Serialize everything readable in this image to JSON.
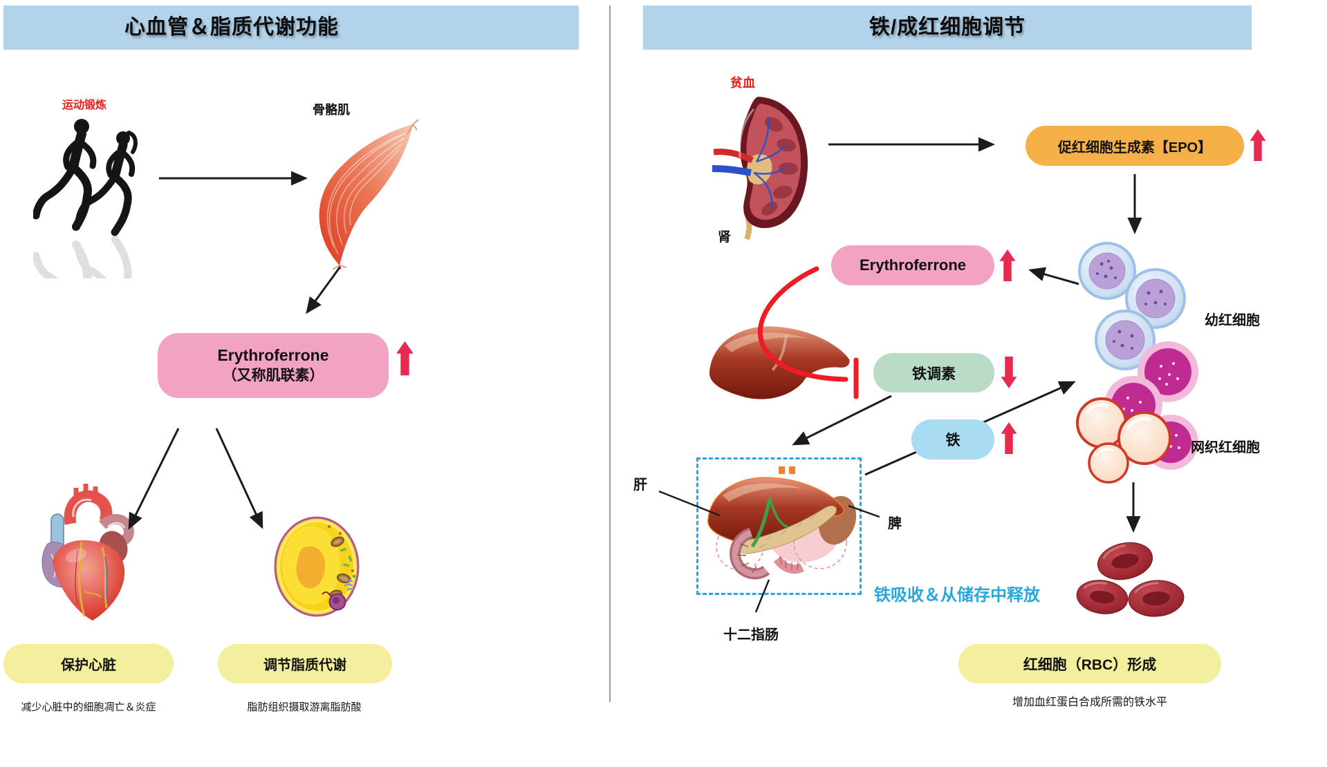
{
  "left": {
    "header": "心血管＆脂质代谢功能",
    "exercise_label": "运动锻炼",
    "muscle_label": "骨骼肌",
    "erythroferrone": {
      "line1": "Erythroferrone",
      "line2": "（又称肌联素）"
    },
    "outcome_heart": {
      "box": "保护心脏",
      "note": "减少心脏中的细胞凋亡＆炎症"
    },
    "outcome_fat": {
      "box": "调节脂质代谢",
      "note": "脂肪组织摄取游离脂肪酸"
    }
  },
  "right": {
    "header": "铁/成红细胞调节",
    "anemia_label": "贫血",
    "kidney_label": "肾",
    "epo_box": "促红细胞生成素【EPO】",
    "erythroferrone_box": "Erythroferrone",
    "erythroblasts_label": "幼红细胞",
    "hepcidin_box": "铁调素",
    "iron_box": "铁",
    "reticulocytes_label": "网织红细胞",
    "liver_label": "肝",
    "spleen_label": "脾",
    "duodenum_label": "十二指肠",
    "iron_release_note": "铁吸收＆从储存中释放",
    "rbc_box": "红细胞（RBC）形成",
    "rbc_note": "增加血红蛋白合成所需的铁水平"
  },
  "colors": {
    "header_bg": "#b3d3ea",
    "pink": "#f2a2c2",
    "orange": "#f5b148",
    "green": "#badcc6",
    "blue": "#a9dbf2",
    "yellow": "#f4ef9e",
    "accent_red": "#e92a50",
    "pure_red": "#ee1c25",
    "red_text": "#ea1c1c",
    "cyan": "#28a7df",
    "arrow_black": "#1c1c1c",
    "divider": "#9c9c9c"
  }
}
